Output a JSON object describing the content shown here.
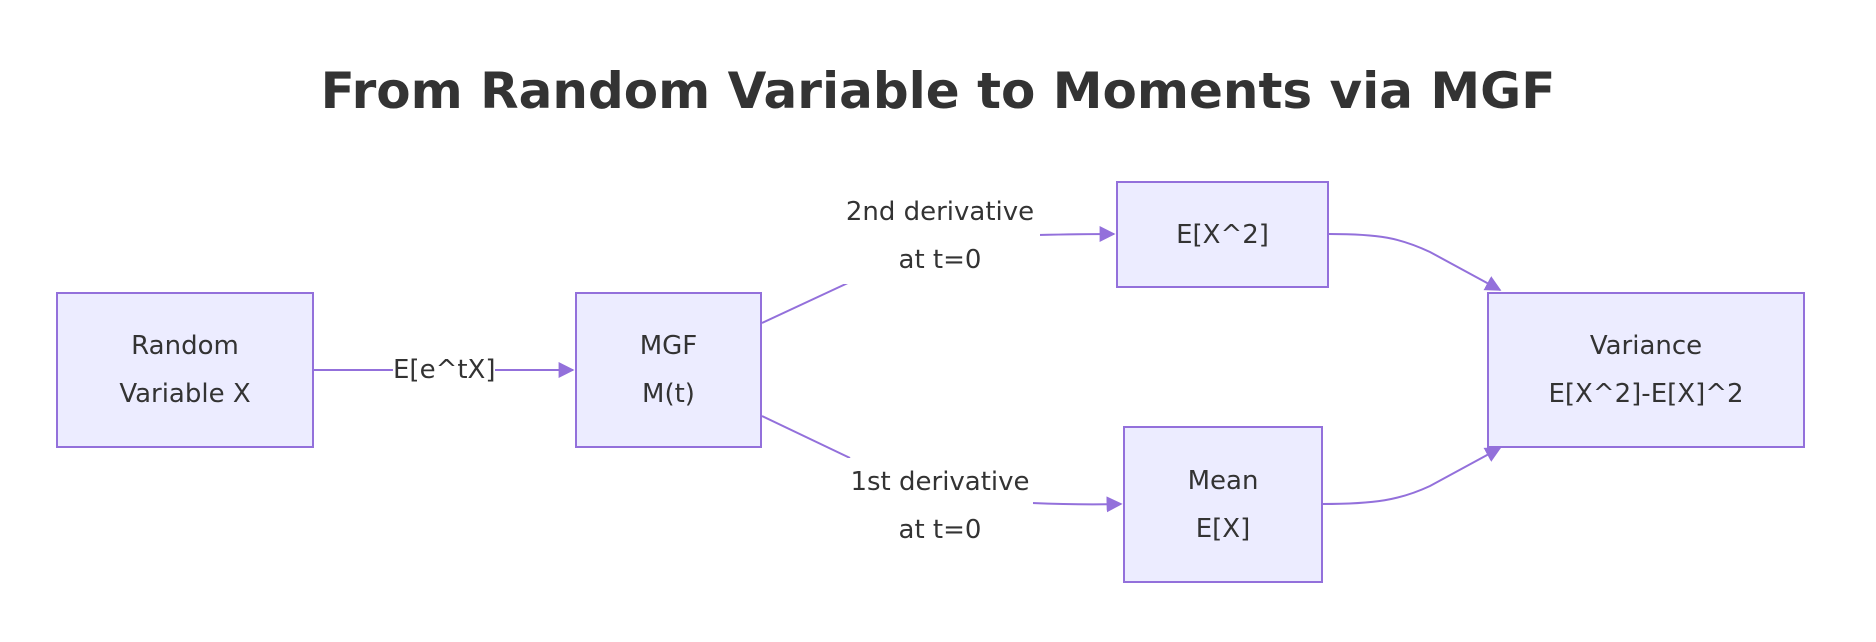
{
  "title": "From Random Variable to Moments via MGF",
  "colors": {
    "node_fill": "#ECECFF",
    "node_stroke": "#9370DB",
    "edge": "#9370DB",
    "text": "#333333",
    "background": "#FFFFFF"
  },
  "nodes": {
    "rv": {
      "line1": "Random",
      "line2": "Variable X"
    },
    "mgf": {
      "line1": "MGF",
      "line2": "M(t)"
    },
    "ex2": {
      "line1": "E[X^2]"
    },
    "mean": {
      "line1": "Mean",
      "line2": "E[X]"
    },
    "variance": {
      "line1": "Variance",
      "line2": "E[X^2]-E[X]^2"
    }
  },
  "edges": {
    "rv_to_mgf": {
      "label": "E[e^tX]"
    },
    "mgf_to_ex2": {
      "line1": "2nd derivative",
      "line2": "at t=0"
    },
    "mgf_to_mean": {
      "line1": "1st derivative",
      "line2": "at t=0"
    },
    "ex2_to_variance": {
      "label": ""
    },
    "mean_to_variance": {
      "label": ""
    }
  }
}
